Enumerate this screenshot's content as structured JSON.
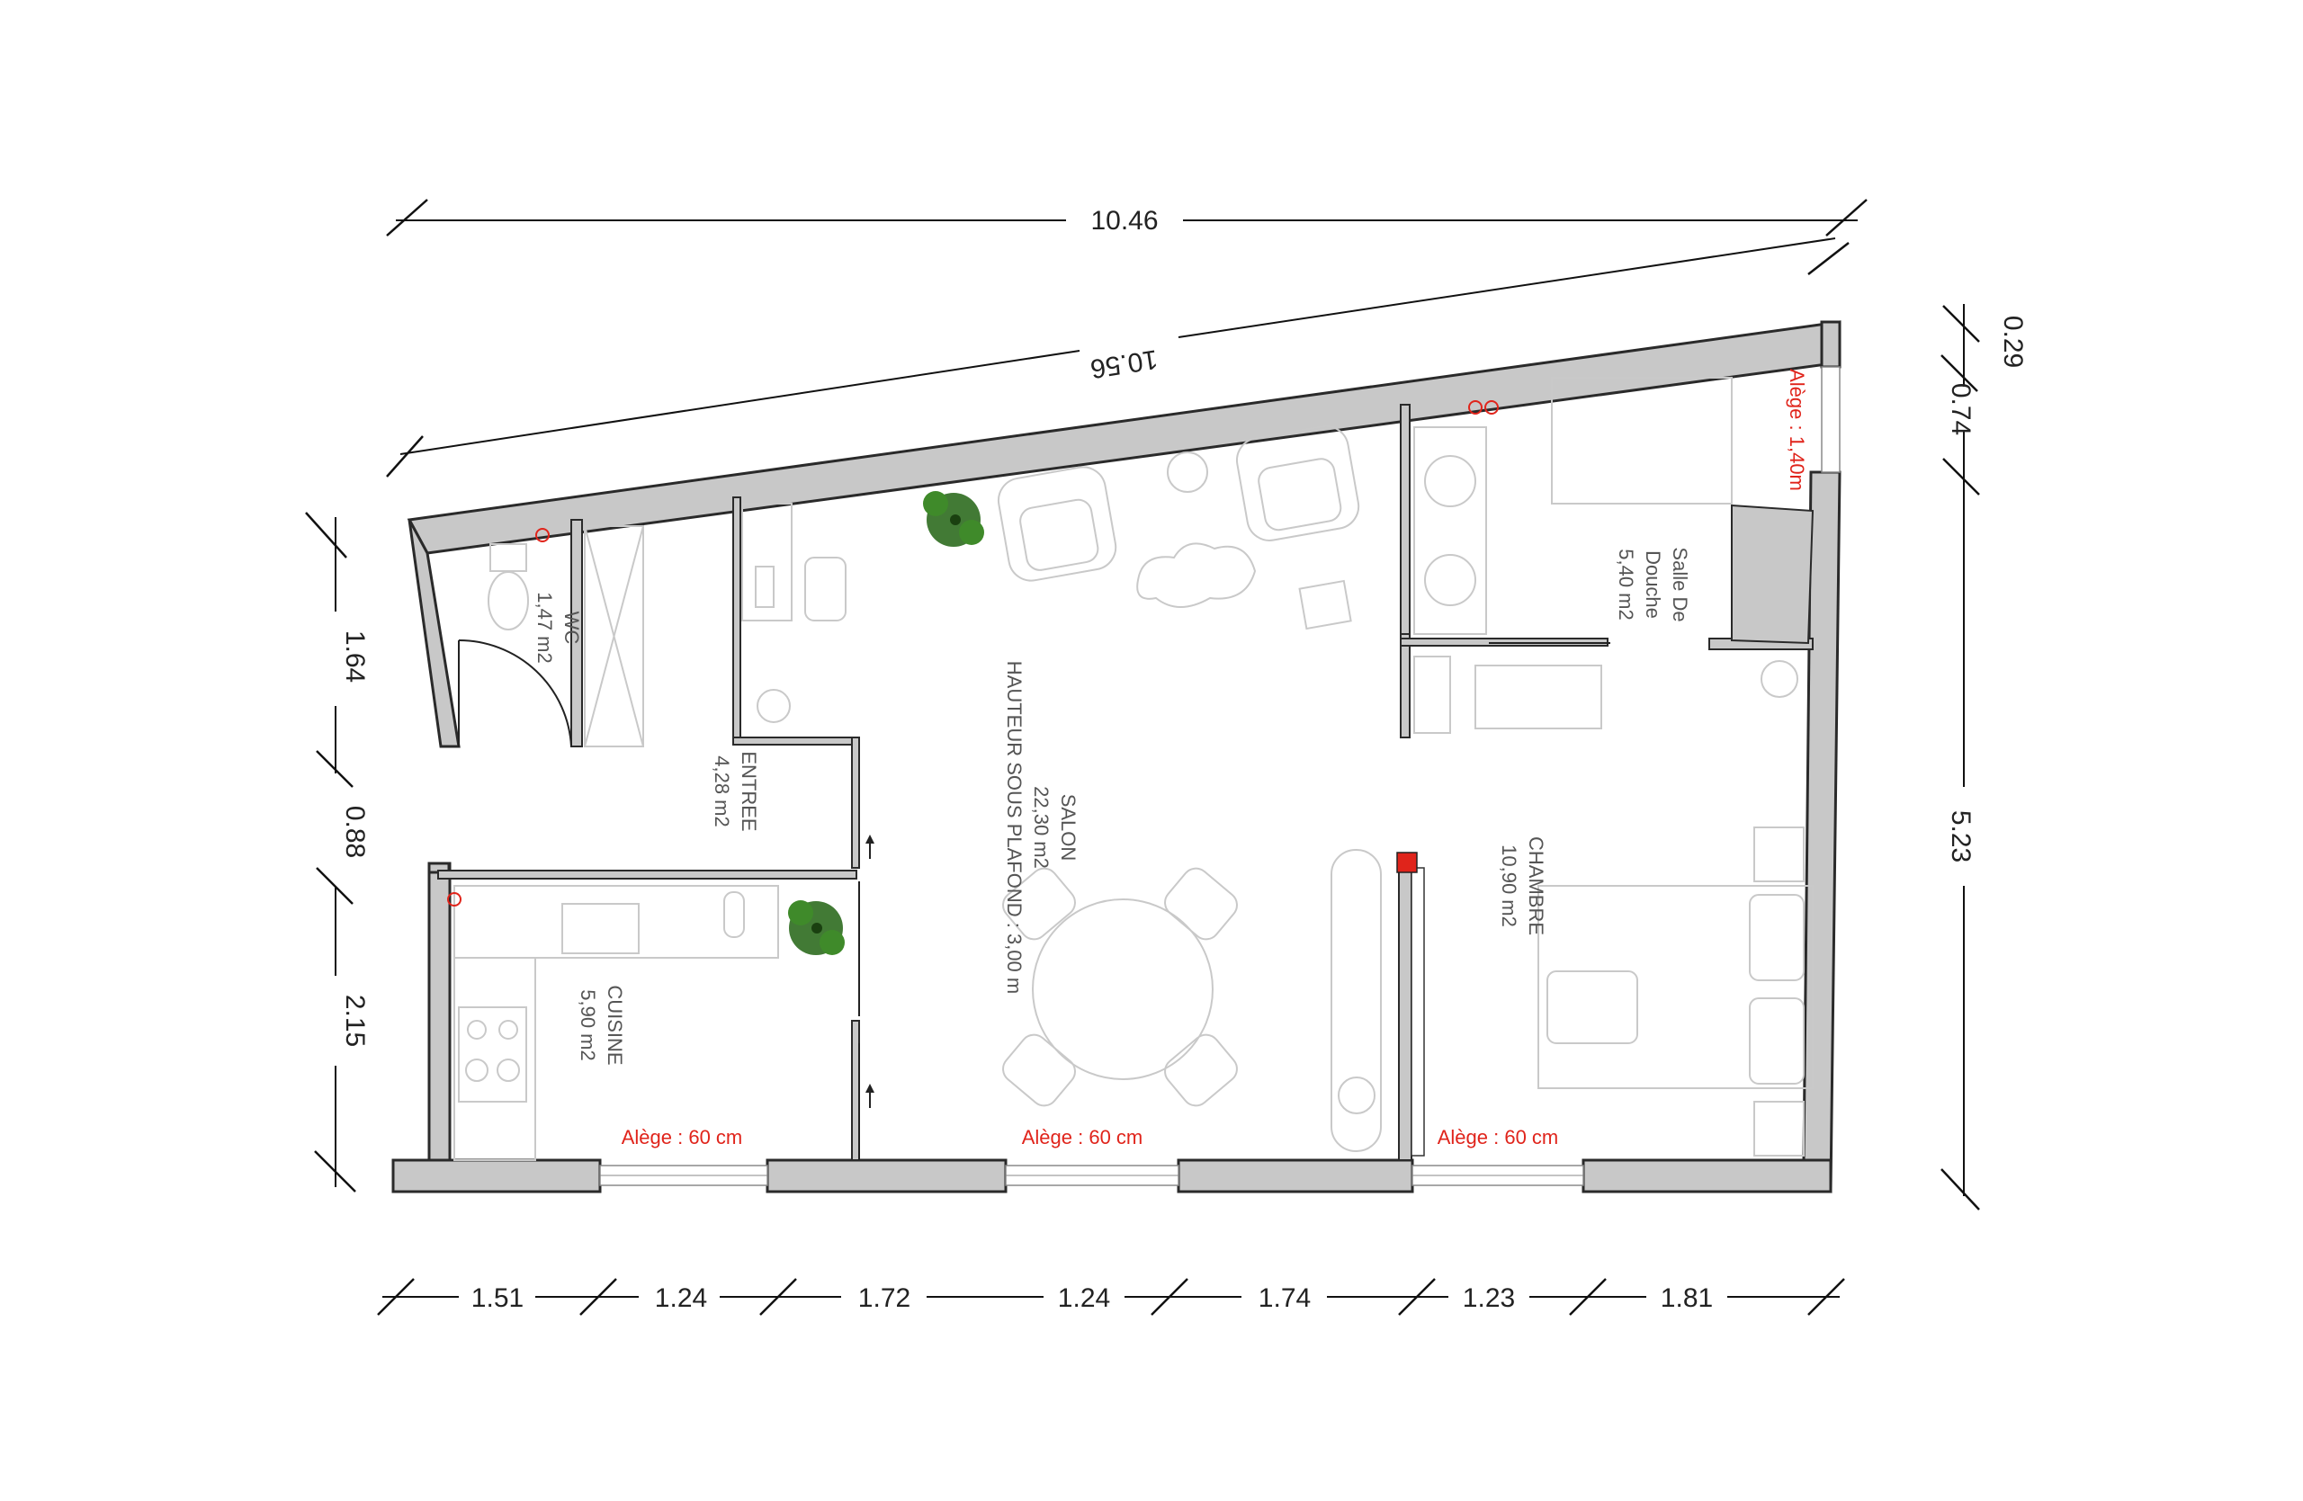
{
  "plan": {
    "dimensions": {
      "top_outer": "10.46",
      "top_inner": "10.56",
      "right_top": "0.29",
      "right_mid": "0.74",
      "right_bottom": "5.23",
      "left_top": "1.64",
      "left_mid": "0.88",
      "left_bottom": "2.15",
      "bottom": [
        "1.51",
        "1.24",
        "1.72",
        "1.24",
        "1.74",
        "1.23",
        "1.81"
      ]
    },
    "rooms": {
      "wc": {
        "name": "WC",
        "area": "1,47 m2"
      },
      "entree": {
        "name": "ENTREE",
        "area": "4,28 m2"
      },
      "cuisine": {
        "name": "CUISINE",
        "area": "5,90 m2"
      },
      "salon": {
        "name": "SALON",
        "area": "22,30 m2",
        "note": "HAUTEUR SOUS PLAFOND : 3,00 m"
      },
      "chambre": {
        "name": "CHAMBRE",
        "area": "10,90 m2"
      },
      "salle_de_douche": {
        "name_line1": "Salle De",
        "name_line2": "Douche",
        "area": "5,40 m2"
      }
    },
    "sills": {
      "kitchen": "Alège : 60 cm",
      "salon": "Alège : 60 cm",
      "chambre": "Alège : 60 cm",
      "bathroom": "Alège : 1,40m"
    },
    "colors": {
      "wall": "#c8c8c8",
      "sill_text": "#e0241b",
      "furniture": "#c9c9c9",
      "plant": "#2e6b1f"
    }
  }
}
